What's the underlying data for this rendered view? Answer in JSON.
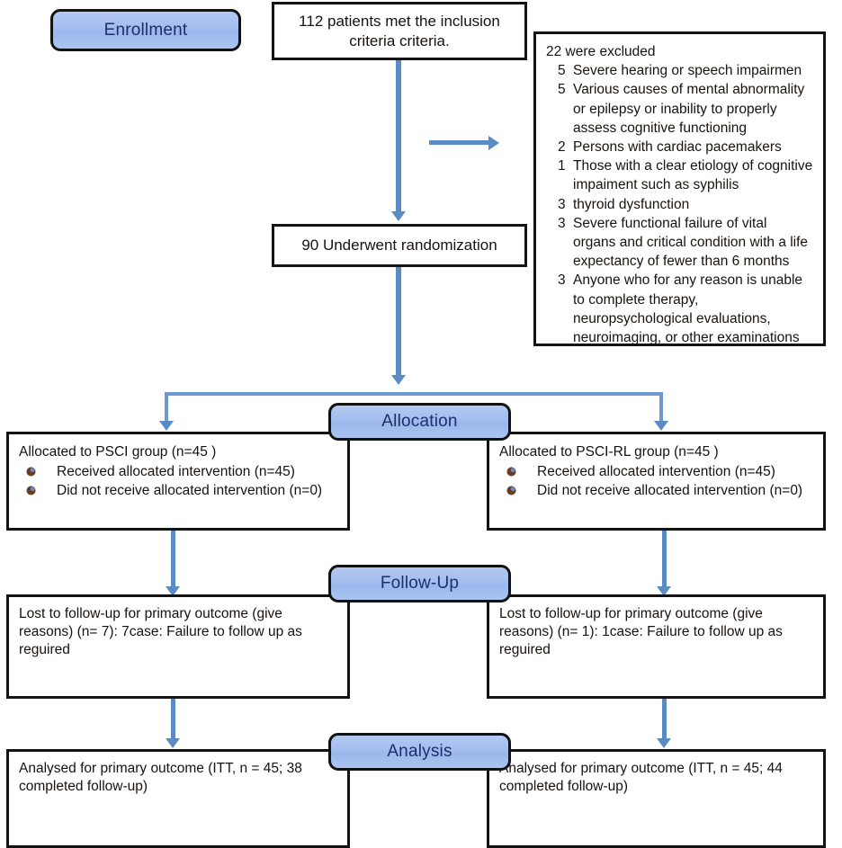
{
  "diagram": {
    "title": "CONSORT participant flow diagram",
    "accent_blue": "#9ab7ec",
    "arrow_blue": "#5b8bc4",
    "border_black": "#131313",
    "banner_text_color": "#1d2f6b"
  },
  "stages": {
    "enrollment": "Enrollment",
    "allocation": "Allocation",
    "followup": "Follow-Up",
    "analysis": "Analysis"
  },
  "enrollment": {
    "assessed_box": "112 patients met the inclusion criteria criteria.",
    "randomized_box": "90 Underwent randomization",
    "excluded": {
      "heading": "22 were excluded",
      "items": [
        {
          "n": "5",
          "reason": "Severe hearing or speech impairmen"
        },
        {
          "n": "5",
          "reason": "Various causes of mental abnormality or epilepsy or inability to properly assess cognitive functioning"
        },
        {
          "n": "2",
          "reason": "Persons with cardiac pacemakers"
        },
        {
          "n": "1",
          "reason": "Those with a clear etiology of cognitive impaiment such as syphilis"
        },
        {
          "n": "3",
          "reason": "thyroid dysfunction"
        },
        {
          "n": "3",
          "reason": "Severe functional failure of vital organs and critical condition with a life expectancy of fewer than 6 months"
        },
        {
          "n": "3",
          "reason": "Anyone who for any reason is unable to complete therapy, neuropsychological evaluations, neuroimaging, or other examinations"
        }
      ]
    }
  },
  "allocation": {
    "left": {
      "heading": "Allocated to  PSCI group (n=45 )",
      "bullets": [
        "Received allocated intervention (n=45)",
        "Did not receive allocated intervention (n=0)"
      ]
    },
    "right": {
      "heading": "Allocated to PSCI-RL group (n=45 )",
      "bullets": [
        "Received allocated intervention (n=45)",
        "Did not receive allocated intervention (n=0)"
      ]
    }
  },
  "followup": {
    "left": "Lost to follow-up for primary outcome (give reasons) (n= 7): 7case:  Failure to follow up as reguired",
    "right": "Lost to follow-up for primary outcome (give reasons) (n= 1): 1case:  Failure to follow up as reguired"
  },
  "analysis": {
    "left": "Analysed for primary outcome (ITT, n = 45; 38 completed follow-up)",
    "right": "Analysed for primary outcome (ITT, n = 45; 44 completed follow-up)"
  }
}
